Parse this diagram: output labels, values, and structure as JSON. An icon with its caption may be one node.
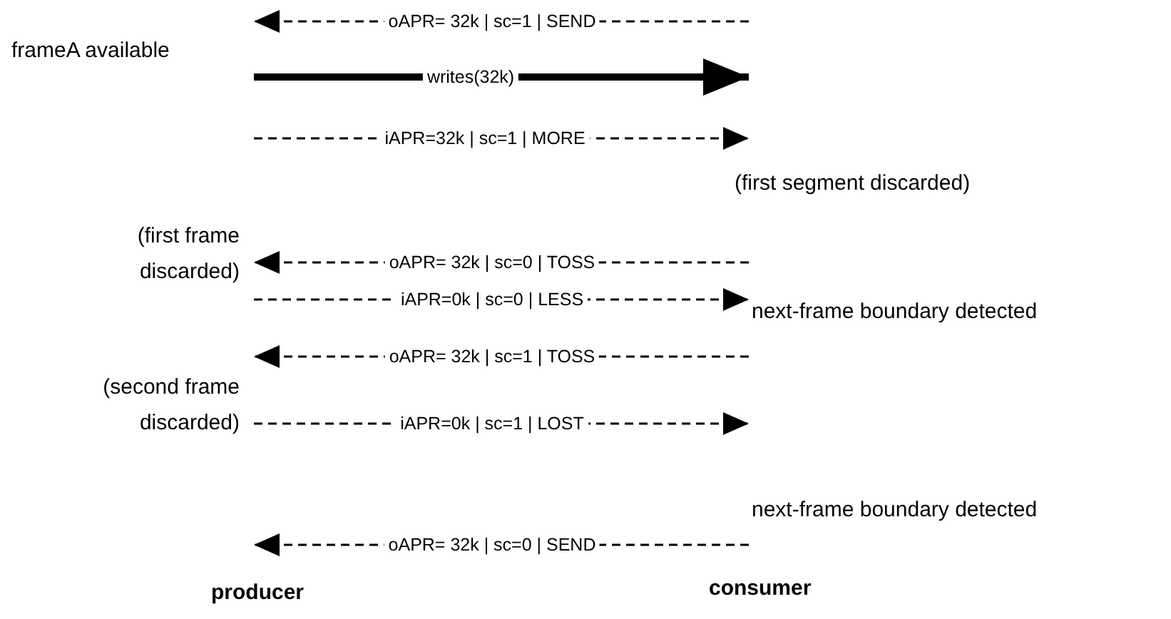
{
  "diagram": {
    "labels": [
      "oAPR= 32k | sc=1 | SEND",
      "frameA available",
      "writes(32k)",
      "iAPR=32k | sc=1 | MORE",
      "(first segment discarded)",
      "oAPR= 32k | sc=0 | TOSS",
      "(first frame discarded)",
      "iAPR=0k | sc=0 | LESS",
      "next-frame boundary detected",
      "oAPR= 32k | sc=1 | TOSS",
      "(second frame discarded)",
      "iAPR=0k | sc=1 | LOST",
      "next-frame boundary detected",
      "oAPR= 32k | sc=0 | SEND",
      "producer",
      "consumer"
    ]
  }
}
